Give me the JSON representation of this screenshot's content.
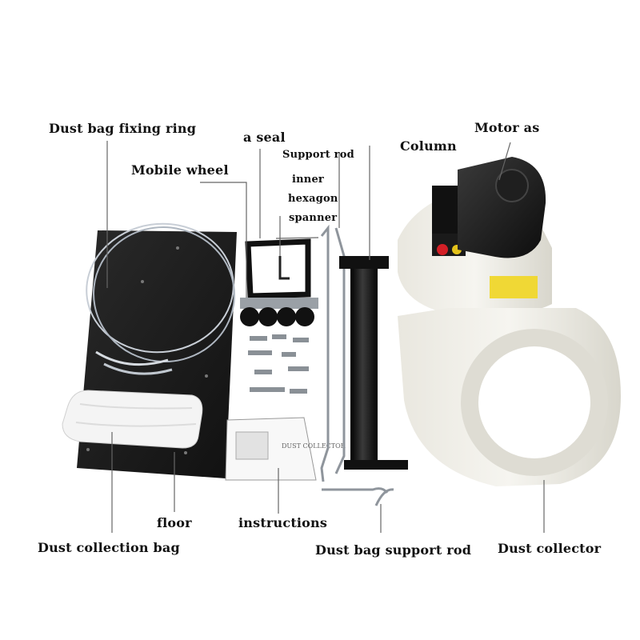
{
  "labels": {
    "dust_bag_fixing_ring": "Dust bag fixing ring",
    "a_seal": "a seal",
    "support_rod": "Support rod",
    "column": "Column",
    "motor": "Motor as",
    "mobile_wheel": "Mobile wheel",
    "inner": "inner",
    "hexagon": "hexagon",
    "spanner": "spanner",
    "floor": "floor",
    "instructions": "instructions",
    "dust_collection_bag": "Dust collection bag",
    "dust_bag_support_rod": "Dust bag support rod",
    "dust_collector": "Dust collector"
  },
  "manual_cover_text": "DUST COLLECTOR"
}
